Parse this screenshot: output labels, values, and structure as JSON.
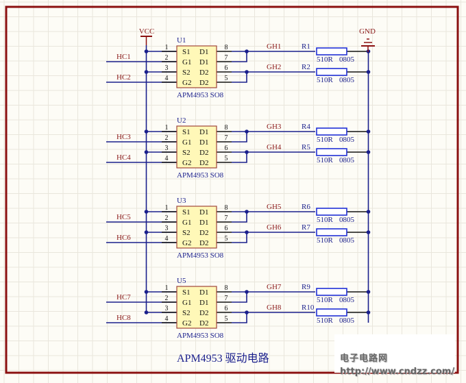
{
  "title": "APM4953 驱动电路",
  "colors": {
    "wire": "#1a1f8c",
    "frame": "#8b1010",
    "power_symbol": "#8b1010",
    "net_label": "#8b1a1a",
    "designator": "#1a1f8c",
    "chip_fill": "#fff8b8",
    "chip_border": "#a0453a",
    "resistor_border": "#1f2fd6",
    "grid": "#e9e6dc",
    "background": "#fdfcf6"
  },
  "power": {
    "vcc_label": "VCC",
    "gnd_label": "GND"
  },
  "chips": [
    {
      "designator": "U1",
      "part": "APM4953 SO8",
      "left_pins": [
        {
          "num": "1",
          "name": "S1",
          "net": "VCC"
        },
        {
          "num": "2",
          "name": "G1",
          "net": "HC1"
        },
        {
          "num": "3",
          "name": "S2",
          "net": "VCC"
        },
        {
          "num": "4",
          "name": "G2",
          "net": "HC2"
        }
      ],
      "right_pins": [
        {
          "num": "8",
          "name": "D1"
        },
        {
          "num": "7",
          "name": "D1"
        },
        {
          "num": "6",
          "name": "D2"
        },
        {
          "num": "5",
          "name": "D2"
        }
      ],
      "outputs": [
        {
          "net": "GH1",
          "resistor": "R1",
          "value": "510R",
          "package": "0805"
        },
        {
          "net": "GH2",
          "resistor": "R2",
          "value": "510R",
          "package": "0805"
        }
      ],
      "inputs": [
        "HC1",
        "HC2"
      ]
    },
    {
      "designator": "U2",
      "part": "APM4953 SO8",
      "left_pins": [
        {
          "num": "1",
          "name": "S1"
        },
        {
          "num": "2",
          "name": "G1"
        },
        {
          "num": "3",
          "name": "S2"
        },
        {
          "num": "4",
          "name": "G2"
        }
      ],
      "right_pins": [
        {
          "num": "8",
          "name": "D1"
        },
        {
          "num": "7",
          "name": "D1"
        },
        {
          "num": "6",
          "name": "D2"
        },
        {
          "num": "5",
          "name": "D2"
        }
      ],
      "outputs": [
        {
          "net": "GH3",
          "resistor": "R4",
          "value": "510R",
          "package": "0805"
        },
        {
          "net": "GH4",
          "resistor": "R5",
          "value": "510R",
          "package": "0805"
        }
      ],
      "inputs": [
        "HC3",
        "HC4"
      ]
    },
    {
      "designator": "U3",
      "part": "APM4953 SO8",
      "left_pins": [
        {
          "num": "1",
          "name": "S1"
        },
        {
          "num": "2",
          "name": "G1"
        },
        {
          "num": "3",
          "name": "S2"
        },
        {
          "num": "4",
          "name": "G2"
        }
      ],
      "right_pins": [
        {
          "num": "8",
          "name": "D1"
        },
        {
          "num": "7",
          "name": "D1"
        },
        {
          "num": "6",
          "name": "D2"
        },
        {
          "num": "5",
          "name": "D2"
        }
      ],
      "outputs": [
        {
          "net": "GH5",
          "resistor": "R6",
          "value": "510R",
          "package": "0805"
        },
        {
          "net": "GH6",
          "resistor": "R7",
          "value": "510R",
          "package": "0805"
        }
      ],
      "inputs": [
        "HC5",
        "HC6"
      ]
    },
    {
      "designator": "U5",
      "part": "APM4953 SO8",
      "left_pins": [
        {
          "num": "1",
          "name": "S1"
        },
        {
          "num": "2",
          "name": "G1"
        },
        {
          "num": "3",
          "name": "S2"
        },
        {
          "num": "4",
          "name": "G2"
        }
      ],
      "right_pins": [
        {
          "num": "8",
          "name": "D1"
        },
        {
          "num": "7",
          "name": "D1"
        },
        {
          "num": "6",
          "name": "D2"
        },
        {
          "num": "5",
          "name": "D2"
        }
      ],
      "outputs": [
        {
          "net": "GH7",
          "resistor": "R9",
          "value": "510R",
          "package": "0805"
        },
        {
          "net": "GH8",
          "resistor": "R10",
          "value": "510R",
          "package": "0805"
        }
      ],
      "inputs": [
        "HC7",
        "HC8"
      ]
    }
  ],
  "watermark": {
    "site_name": "电子电路网",
    "url": "http://www.cndzz.com/"
  }
}
